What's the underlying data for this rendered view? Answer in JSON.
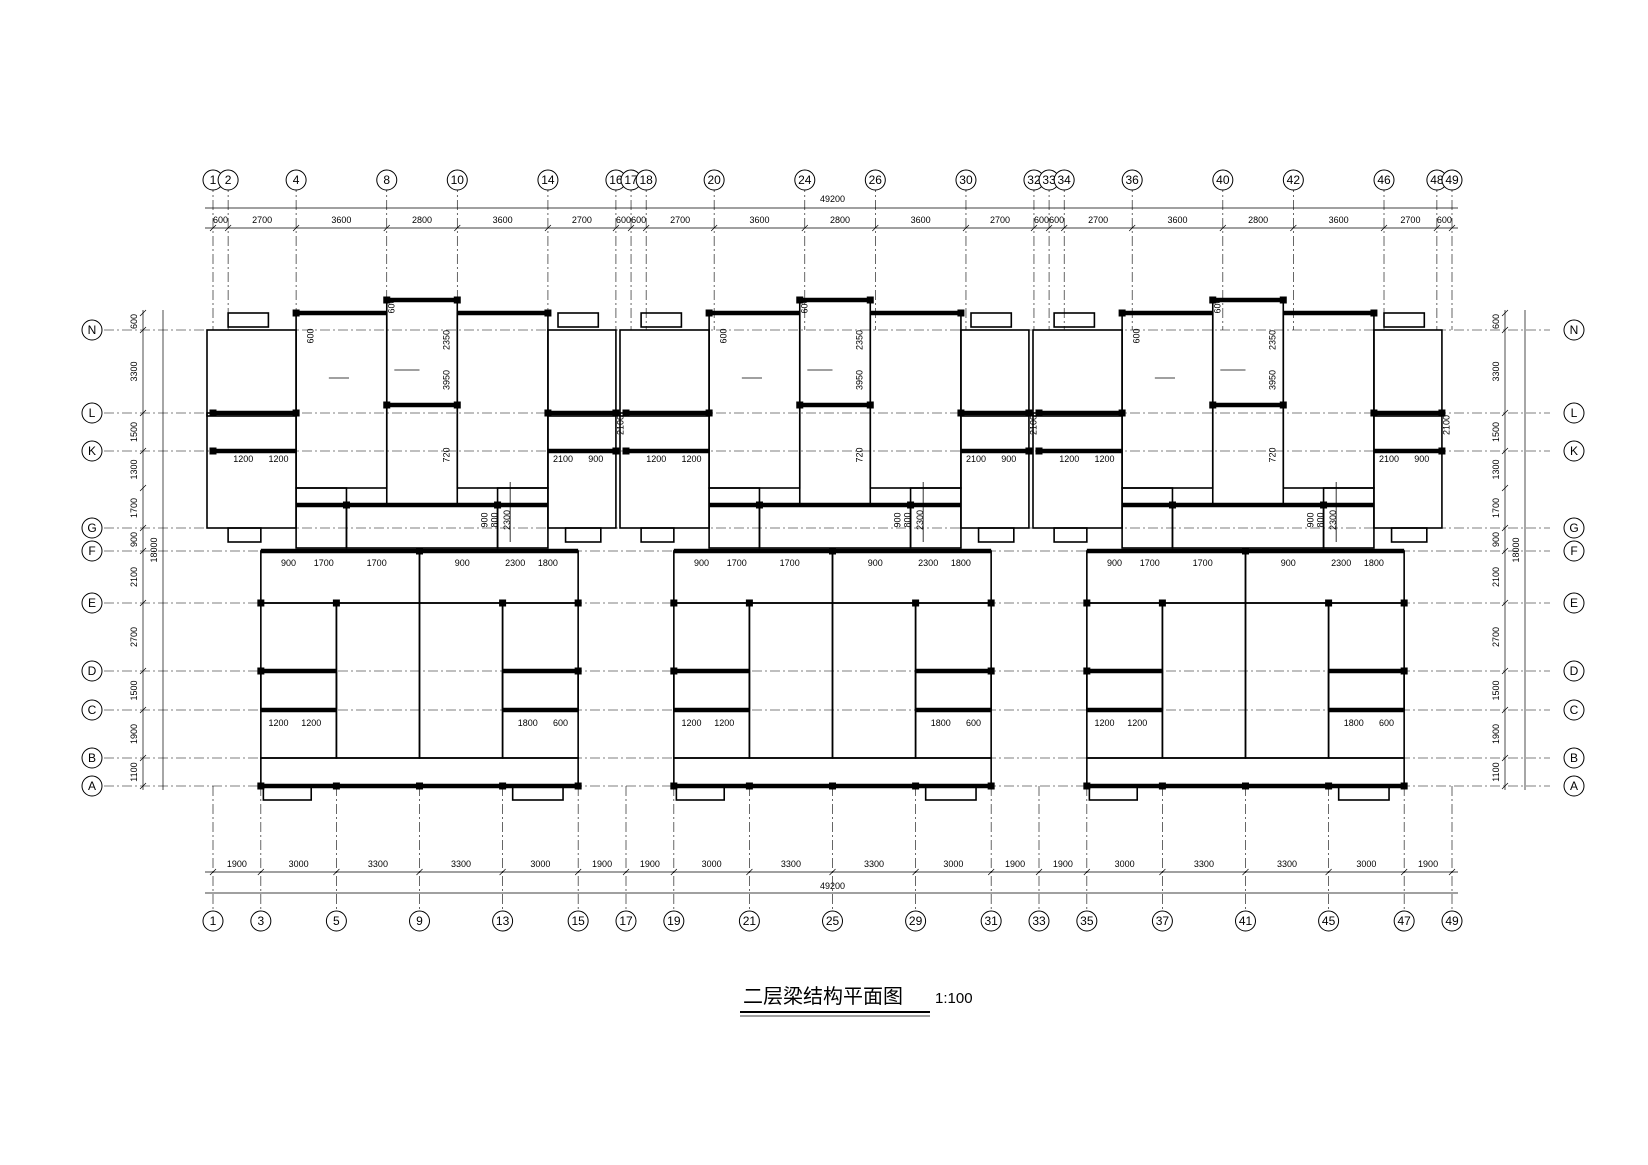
{
  "title": "二层梁结构平面图",
  "scale": "1:100",
  "total_length_label": "49200",
  "total_depth_label": "18000",
  "top_axes": [
    "1",
    "2",
    "4",
    "8",
    "10",
    "14",
    "16",
    "17",
    "18",
    "20",
    "24",
    "26",
    "30",
    "32",
    "33",
    "34",
    "36",
    "40",
    "42",
    "46",
    "48",
    "49"
  ],
  "bottom_axes": [
    "1",
    "3",
    "5",
    "9",
    "13",
    "15",
    "17",
    "19",
    "21",
    "25",
    "29",
    "31",
    "33",
    "35",
    "37",
    "41",
    "45",
    "47",
    "49"
  ],
  "row_axes": [
    "N",
    "L",
    "K",
    "G",
    "F",
    "E",
    "D",
    "C",
    "B",
    "A"
  ],
  "top_dims": [
    "600",
    "2700",
    "3600",
    "2800",
    "3600",
    "2700",
    "600",
    "600",
    "2700",
    "3600",
    "2800",
    "3600",
    "2700",
    "600",
    "600",
    "2700",
    "3600",
    "2800",
    "3600",
    "2700",
    "600"
  ],
  "bottom_dims": [
    "1900",
    "3000",
    "3300",
    "3300",
    "3000",
    "1900",
    "1900",
    "3000",
    "3300",
    "3300",
    "3000",
    "1900",
    "1900",
    "3000",
    "3300",
    "3300",
    "3000",
    "1900"
  ],
  "row_dims": [
    "600",
    "3300",
    "1500",
    "1300",
    "1700",
    "900",
    "2100",
    "2700",
    "1500",
    "1900",
    "1100"
  ],
  "beam_labels": [
    "600",
    "600",
    "2350",
    "3950",
    "720",
    "2100",
    "1200",
    "1200",
    "2100",
    "900",
    "900",
    "800",
    "2300",
    "900",
    "1700",
    "1700",
    "900",
    "2300",
    "1800",
    "1200",
    "1200",
    "1800"
  ]
}
